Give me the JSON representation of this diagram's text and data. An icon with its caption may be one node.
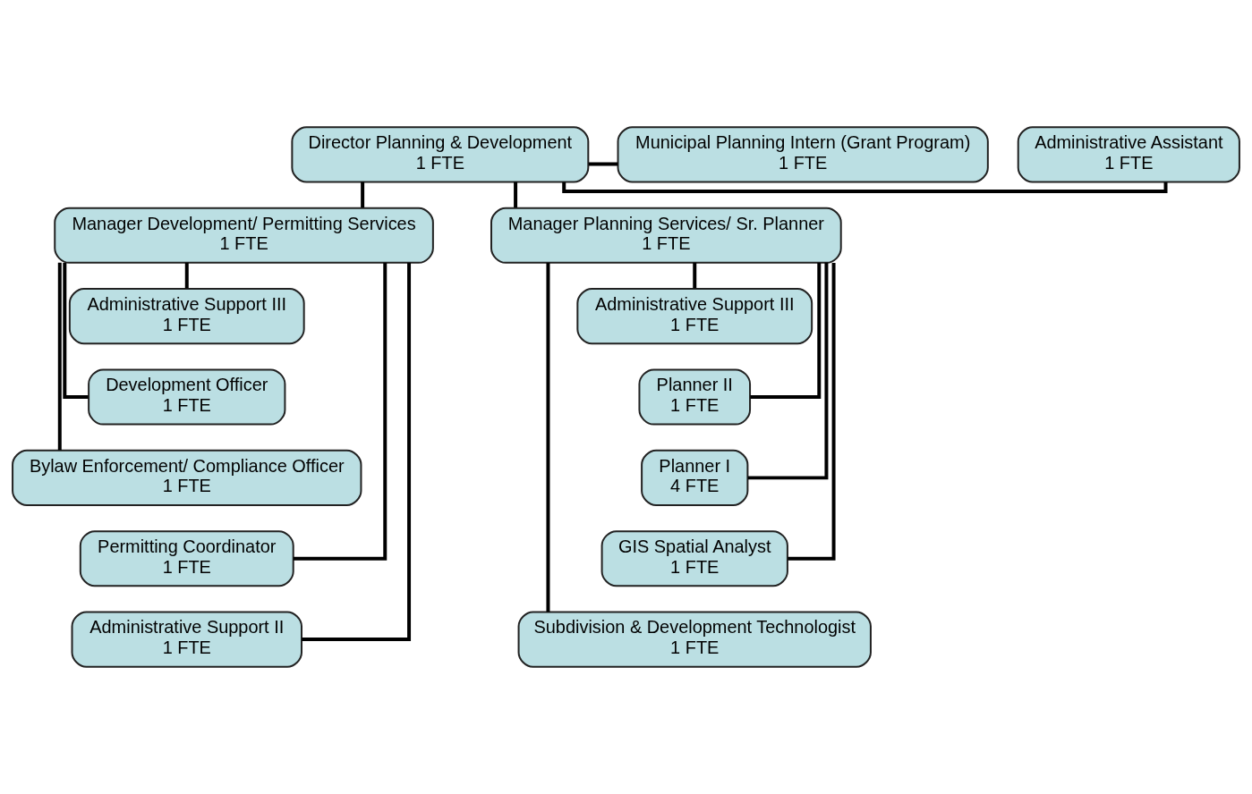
{
  "diagram": {
    "nodes": [
      {
        "text": [
          "Director Planning & Development",
          "1 FTE"
        ]
      },
      {
        "text": [
          "Administrative Assistant",
          "1 FTE"
        ]
      },
      {
        "text": [
          "Municipal Planning Intern (Grant Program)",
          "1 FTE"
        ]
      },
      {
        "text": [
          "Manager Development/ Permitting Services",
          "1 FTE"
        ]
      },
      {
        "text": [
          "Manager Planning Services/ Sr. Planner",
          "1 FTE"
        ]
      },
      {
        "text": [
          "Administrative Support III",
          "1 FTE"
        ]
      },
      {
        "text": [
          "Development Officer",
          "1 FTE"
        ]
      },
      {
        "text": [
          "Bylaw Enforcement/ Compliance Officer",
          "1 FTE"
        ]
      },
      {
        "text": [
          "Permitting Coordinator",
          "1 FTE"
        ]
      },
      {
        "text": [
          "Administrative Support II",
          "1 FTE"
        ]
      },
      {
        "text": [
          "Administrative Support III",
          "1 FTE"
        ]
      },
      {
        "text": [
          "Planner II",
          "1 FTE"
        ]
      },
      {
        "text": [
          "Planner I",
          "4 FTE"
        ]
      },
      {
        "text": [
          "GIS Spatial Analyst",
          "1 FTE"
        ]
      },
      {
        "text": [
          "Subdivision & Development Technologist",
          "1 FTE"
        ]
      }
    ],
    "edges": [
      {
        "from": 0,
        "to": 1,
        "arrow": "none"
      },
      {
        "from": 0,
        "to": 2,
        "arrow": "none"
      },
      {
        "from": 0,
        "to": 3,
        "arrow": "none"
      },
      {
        "from": 0,
        "to": 4,
        "arrow": "none"
      },
      {
        "from": 3,
        "to": 5,
        "arrow": "none"
      },
      {
        "from": 3,
        "to": 6,
        "arrow": "none"
      },
      {
        "from": 3,
        "to": 7,
        "arrow": "none"
      },
      {
        "from": 3,
        "to": 8,
        "arrow": "none"
      },
      {
        "from": 3,
        "to": 9,
        "arrow": "none"
      },
      {
        "from": 4,
        "to": 10,
        "arrow": "none"
      },
      {
        "from": 4,
        "to": 11,
        "arrow": "none"
      },
      {
        "from": 4,
        "to": 12,
        "arrow": "none"
      },
      {
        "from": 4,
        "to": 13,
        "arrow": "none"
      },
      {
        "from": 4,
        "to": 14,
        "arrow": "none"
      }
    ]
  }
}
